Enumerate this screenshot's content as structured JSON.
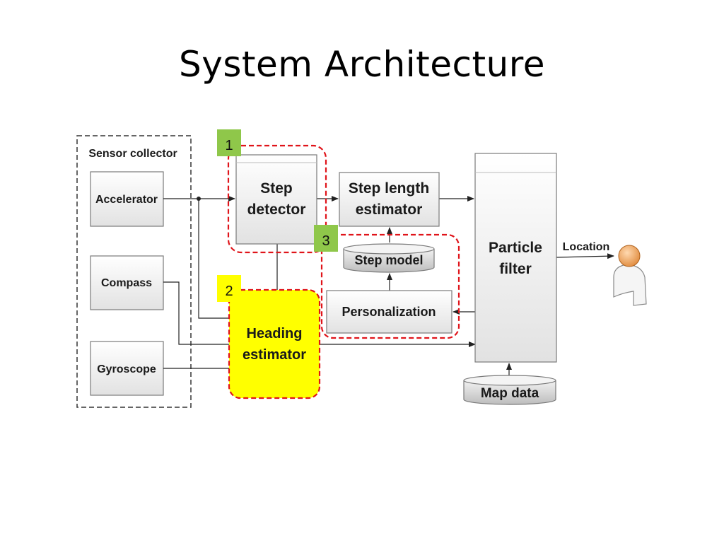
{
  "slide": {
    "title": "System Architecture"
  },
  "diagram": {
    "sensor_group": {
      "label": "Sensor collector",
      "sensors": [
        "Accelerator",
        "Compass",
        "Gyroscope"
      ]
    },
    "step_detector": [
      "Step",
      "detector"
    ],
    "step_length_estimator": [
      "Step length",
      "estimator"
    ],
    "step_model": "Step model",
    "personalization": "Personalization",
    "heading_estimator": [
      "Heading",
      "estimator"
    ],
    "particle_filter": [
      "Particle",
      "filter"
    ],
    "map_data": "Map data",
    "location": "Location",
    "badges": [
      "1",
      "2",
      "3"
    ],
    "colors": {
      "highlight_red": "#e0141a",
      "badge_green": "#8fc74a",
      "badge_yellow": "#ffff00",
      "heading_fill": "#ffff00",
      "box_border": "#7a7a7a"
    }
  }
}
